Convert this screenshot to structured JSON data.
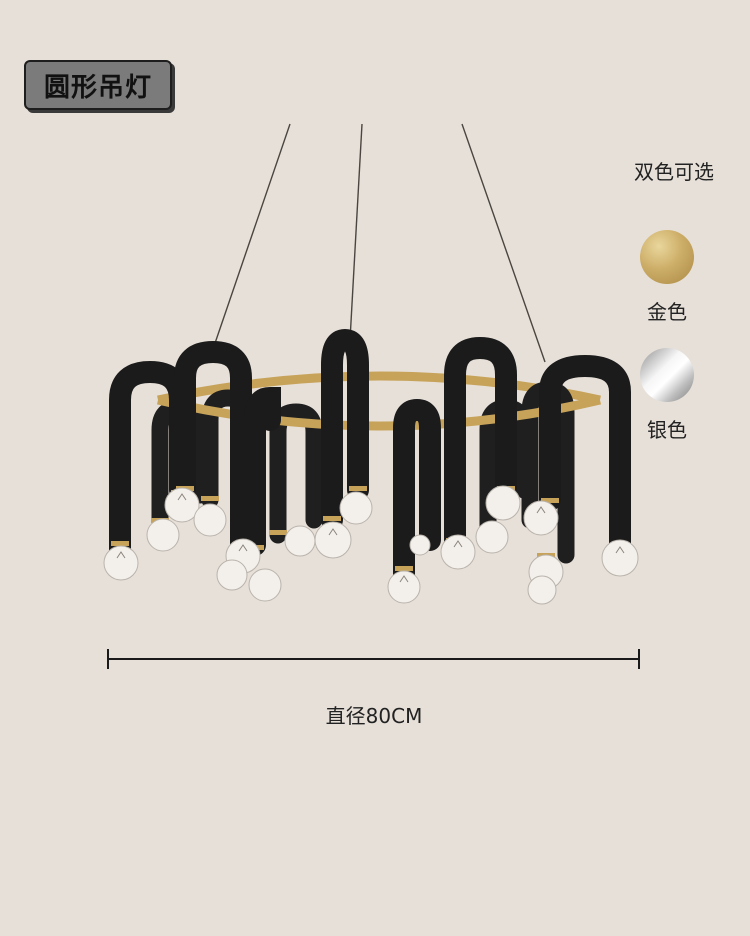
{
  "header": {
    "title": "圆形吊灯"
  },
  "colors": {
    "heading": "双色可选",
    "options": [
      {
        "label": "金色",
        "swatch": "#c9a962"
      },
      {
        "label": "银色",
        "swatch": "#e6e6e6"
      }
    ]
  },
  "dimension": {
    "label": "直径80CM"
  },
  "palette": {
    "background": "#e7e0d9",
    "arm": "#1b1b1b",
    "ring": "#c7a35a"
  }
}
